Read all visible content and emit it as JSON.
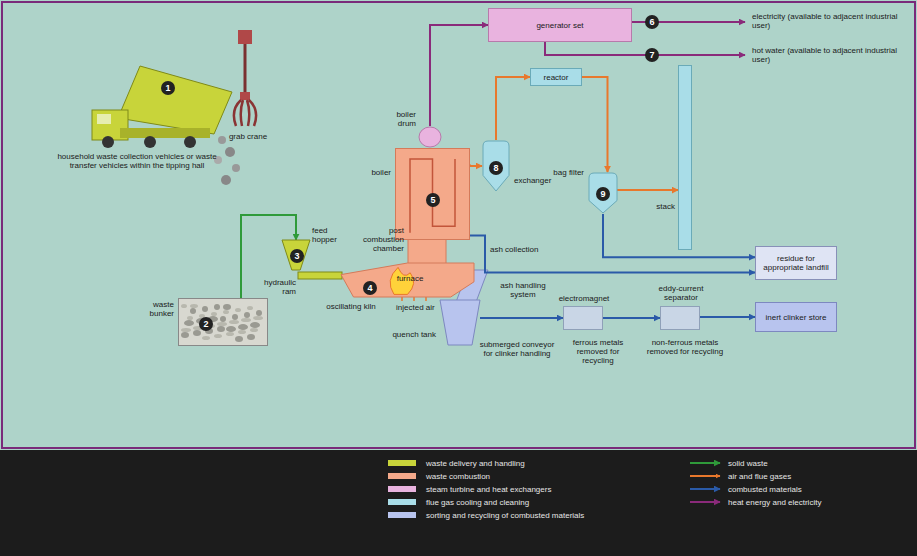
{
  "diagram": {
    "nodes": [
      {
        "text": [
          "generator set"
        ]
      },
      {
        "text": [
          "reactor"
        ]
      },
      {
        "text": [
          "boiler drum"
        ]
      },
      {
        "text": [
          "boiler"
        ]
      },
      {
        "text": [
          "exchanger"
        ]
      },
      {
        "text": [
          "bag filter"
        ]
      },
      {
        "text": [
          "stack"
        ]
      },
      {
        "text": [
          "furnace"
        ]
      },
      {
        "text": [
          "feed hopper"
        ]
      },
      {
        "text": [
          "waste bunker"
        ]
      },
      {
        "text": [
          "residue for appropriate landfill"
        ]
      },
      {
        "text": [
          "inert clinker store"
        ]
      },
      {
        "text": [
          "electromagnet"
        ]
      },
      {
        "text": [
          "eddy-current separator"
        ]
      },
      {
        "text": [
          "quench tank"
        ]
      }
    ],
    "edges": [
      {
        "from": 2,
        "to": 0,
        "arrow": "to"
      },
      {
        "from": 3,
        "to": 4,
        "arrow": "to"
      },
      {
        "from": 4,
        "to": 1,
        "arrow": "to"
      },
      {
        "from": 1,
        "to": 5,
        "arrow": "to"
      },
      {
        "from": 5,
        "to": 6,
        "arrow": "to"
      },
      {
        "from": 5,
        "to": 10,
        "arrow": "to"
      },
      {
        "from": 3,
        "to": 10,
        "arrow": "to"
      },
      {
        "from": 9,
        "to": 8,
        "arrow": "to"
      },
      {
        "from": 14,
        "to": 12,
        "arrow": "to"
      },
      {
        "from": 12,
        "to": 13,
        "arrow": "to"
      },
      {
        "from": 13,
        "to": 11,
        "arrow": "to"
      }
    ],
    "labels": [
      "grab crane",
      "household waste collection vehicles or waste transfer vehicles within the tipping hall",
      "1",
      "2",
      "3",
      "4",
      "5",
      "6",
      "7",
      "8",
      "9",
      "electricity (available to adjacent industrial user)",
      "hot water (available to adjacent industrial user)",
      "post combustion chamber",
      "hydraulic ram",
      "oscillating kiln",
      "injected air",
      "ash collection",
      "ash handling system",
      "submerged conveyor for clinker handling",
      "ferrous metals removed for recycling",
      "non-ferrous metals removed for recycling"
    ],
    "legend": [
      {
        "text": "waste delivery and handling",
        "color": "#c8d43a"
      },
      {
        "text": "waste combustion",
        "color": "#f4a98a"
      },
      {
        "text": "steam turbine and heat exchangers",
        "color": "#e9b3df"
      },
      {
        "text": "flue gas cooling and cleaning",
        "color": "#a9dde8"
      },
      {
        "text": "sorting and recycling of combusted materials",
        "color": "#b8c4ee"
      },
      {
        "text": "solid waste"
      },
      {
        "text": "air and flue gases"
      },
      {
        "text": "combusted materials"
      },
      {
        "text": "heat energy and electricity"
      }
    ]
  }
}
